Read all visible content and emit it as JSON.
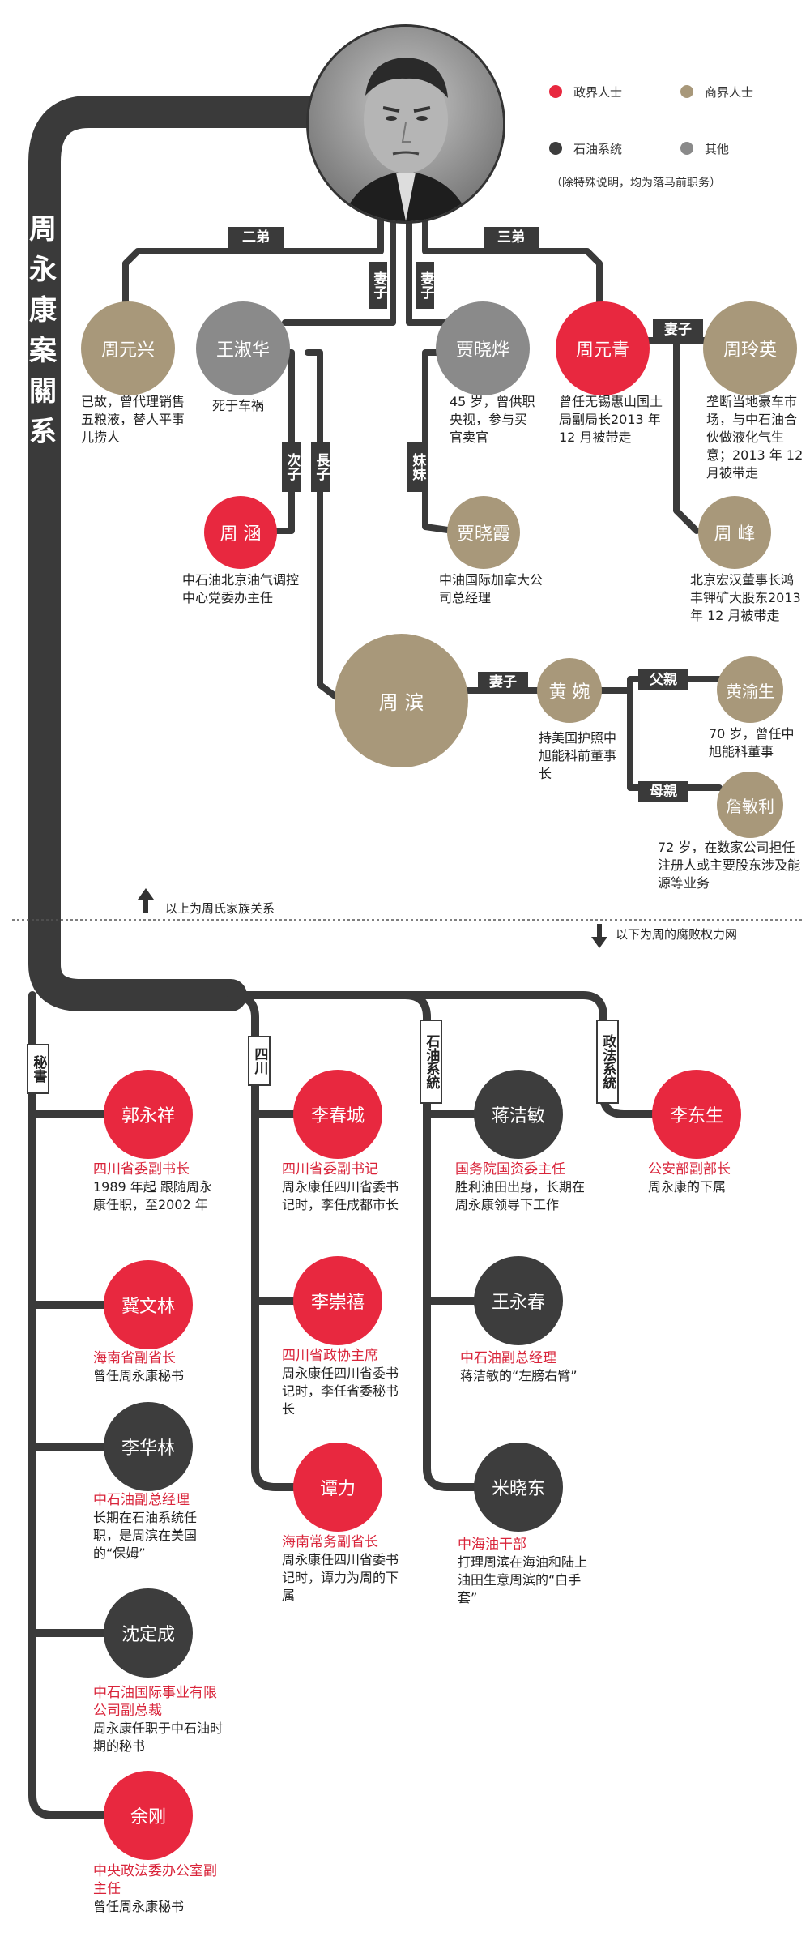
{
  "title": "周永康案關系圖",
  "legend": {
    "items": [
      {
        "label": "政界人士",
        "color": "#e8283f"
      },
      {
        "label": "商界人士",
        "color": "#a8987a"
      },
      {
        "label": "石油系统",
        "color": "#3d3d3d"
      },
      {
        "label": "其他",
        "color": "#8a8a8a"
      }
    ],
    "note": "（除特殊说明，均为落马前职务）"
  },
  "colors": {
    "politics": "#e8283f",
    "business": "#a8987a",
    "oil": "#3d3d3d",
    "other": "#8a8a8a",
    "line": "#3a3a3a"
  },
  "family": {
    "edges": {
      "younger_brother_2": "二弟",
      "younger_brother_3": "三弟",
      "wife": "妻子",
      "second_son": "次子",
      "eldest_son": "長子",
      "younger_sister": "妹妹",
      "father": "父親",
      "mother": "母親"
    },
    "zhou_yuanxing": {
      "name": "周元兴",
      "desc": "已故，曾代理销售五粮液，替人平事儿捞人"
    },
    "wang_shuhua": {
      "name": "王淑华",
      "desc": "死于车祸"
    },
    "jia_xiaoye": {
      "name": "贾晓烨",
      "desc": "45 岁，曾供职央视，参与买官卖官"
    },
    "zhou_yuanqing": {
      "name": "周元青",
      "desc": "曾任无锡惠山国土局副局长2013 年 12 月被带走"
    },
    "zhou_lingying": {
      "name": "周玲英",
      "desc": "垄断当地豪车市场，与中石油合伙做液化气生意；2013 年 12月被带走"
    },
    "zhou_han": {
      "name": "周 涵",
      "desc": "中石油北京油气调控中心党委办主任"
    },
    "jia_xiaoxia": {
      "name": "贾晓霞",
      "desc": "中油国际加拿大公司总经理"
    },
    "zhou_feng": {
      "name": "周 峰",
      "desc": "北京宏汉董事长鸿丰钾矿大股东2013 年 12 月被带走"
    },
    "zhou_bin": {
      "name": "周 滨"
    },
    "huang_wan": {
      "name": "黄 婉",
      "desc": "持美国护照中旭能科前董事长"
    },
    "huang_yusheng": {
      "name": "黄渝生",
      "desc": "70 岁，曾任中旭能科董事"
    },
    "zhan_minli": {
      "name": "詹敏利",
      "desc": "72 岁，在数家公司担任注册人或主要股东涉及能源等业务"
    }
  },
  "divider": {
    "above": "以上为周氏家族关系",
    "below": "以下为周的腐败权力网"
  },
  "network": {
    "branches": {
      "secretary": "秘書",
      "sichuan": "四川",
      "oil": "石油系統",
      "law": "政法系統"
    },
    "guo_yongxiang": {
      "name": "郭永祥",
      "role": "四川省委副书长",
      "desc": "1989 年起 跟随周永康任职，至2002 年"
    },
    "ji_wenlin": {
      "name": "冀文林",
      "role": "海南省副省长",
      "desc": "曾任周永康秘书"
    },
    "li_hualin": {
      "name": "李华林",
      "role": "中石油副总经理",
      "desc": "长期在石油系统任职，是周滨在美国的“保姆”"
    },
    "shen_dingcheng": {
      "name": "沈定成",
      "role": "中石油国际事业有限公司副总裁",
      "desc": "周永康任职于中石油时期的秘书"
    },
    "yu_gang": {
      "name": "余刚",
      "role": "中央政法委办公室副主任",
      "desc": "曾任周永康秘书"
    },
    "li_chuncheng": {
      "name": "李春城",
      "role": "四川省委副书记",
      "desc": "周永康任四川省委书记时，李任成都市长"
    },
    "li_chongxi": {
      "name": "李崇禧",
      "role": "四川省政协主席",
      "desc": "周永康任四川省委书记时，李任省委秘书长"
    },
    "tan_li": {
      "name": "谭力",
      "role": "海南常务副省长",
      "desc": "周永康任四川省委书记时，谭力为周的下属"
    },
    "jiang_jiemin": {
      "name": "蒋洁敏",
      "role": "国务院国资委主任",
      "desc": "胜利油田出身，长期在周永康领导下工作"
    },
    "wang_yongchun": {
      "name": "王永春",
      "role": "中石油副总经理",
      "desc": "蒋洁敏的“左膀右臂”"
    },
    "mi_xiaodong": {
      "name": "米晓东",
      "role": "中海油干部",
      "desc": "打理周滨在海油和陆上油田生意周滨的“白手套”"
    },
    "li_dongsheng": {
      "name": "李东生",
      "role": "公安部副部长",
      "desc": "周永康的下属"
    }
  }
}
